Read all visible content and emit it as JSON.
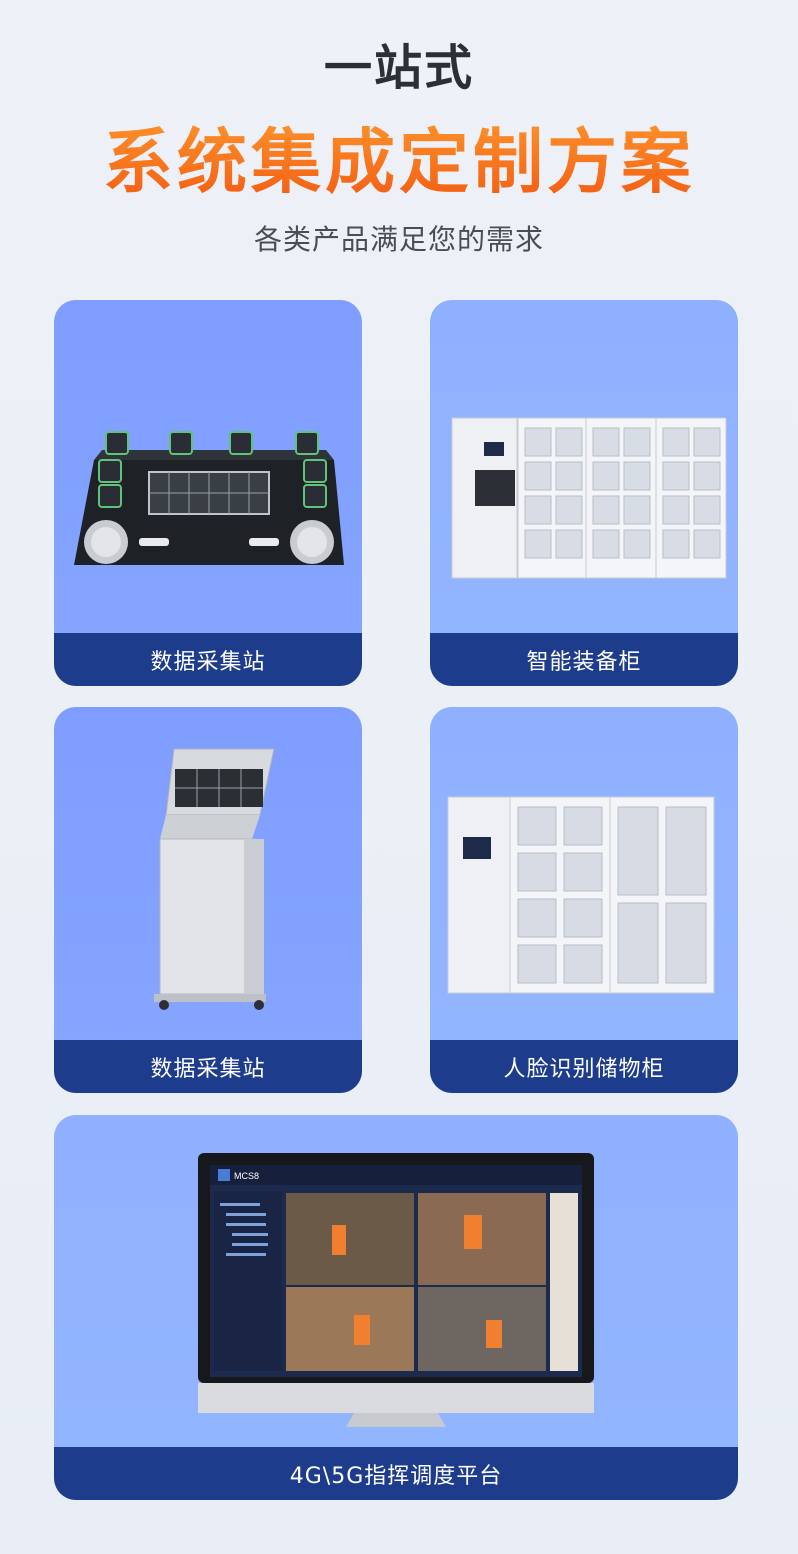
{
  "hero": {
    "eyebrow": "一站式",
    "headline": "系统集成定制方案",
    "subline": "各类产品满足您的需求"
  },
  "products": [
    {
      "label": "数据采集站",
      "image": "charging-station-icon"
    },
    {
      "label": "智能装备柜",
      "image": "equipment-cabinet-icon"
    },
    {
      "label": "数据采集站",
      "image": "kiosk-terminal-icon"
    },
    {
      "label": "人脸识别储物柜",
      "image": "face-recognition-locker-icon"
    },
    {
      "label": "4G\\5G指挥调度平台",
      "image": "monitor-dashboard-icon"
    }
  ],
  "platform_screen": {
    "brand": "MCS8"
  },
  "colors": {
    "accent_orange": "#f25a12",
    "card_blue": "#8fb0ff",
    "label_navy": "#1d3c8c"
  }
}
